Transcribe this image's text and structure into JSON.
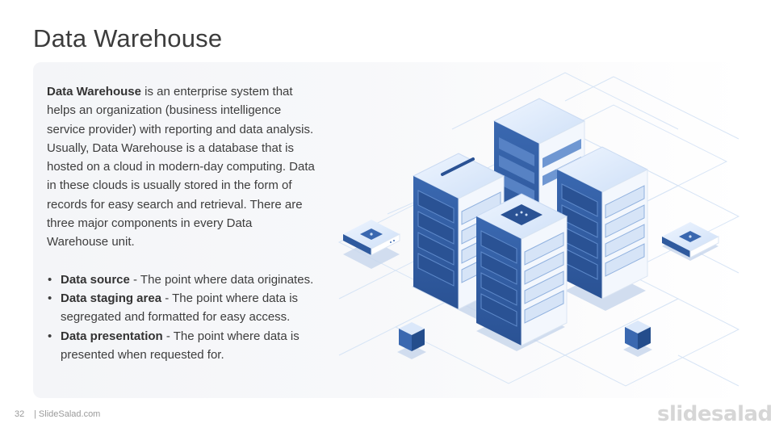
{
  "slide": {
    "title": "Data Warehouse",
    "intro_bold": "Data Warehouse",
    "intro_text": " is an enterprise system that helps an organization (business intelligence service provider) with reporting and data analysis. Usually, Data Warehouse is a database that is hosted on a cloud in modern-day computing. Data in these clouds is usually stored in the form of records for easy search and retrieval. There are three major components in every Data Warehouse unit.",
    "bullets": [
      {
        "term": "Data source",
        "desc": " - The point where data originates."
      },
      {
        "term": "Data staging area",
        "desc": " - The point where data is segregated and formatted for easy access."
      },
      {
        "term": "Data presentation",
        "desc": " - The point where data is presented when requested for."
      }
    ]
  },
  "footer": {
    "page_number": "32",
    "site": "| SlideSalad.com",
    "brand": "slidesalad"
  },
  "colors": {
    "accent": "#3d6bb3",
    "server_front": "#2f5a9e",
    "server_top": "#dce9fb",
    "server_side": "#ffffff",
    "grid": "#d6e4f5"
  }
}
